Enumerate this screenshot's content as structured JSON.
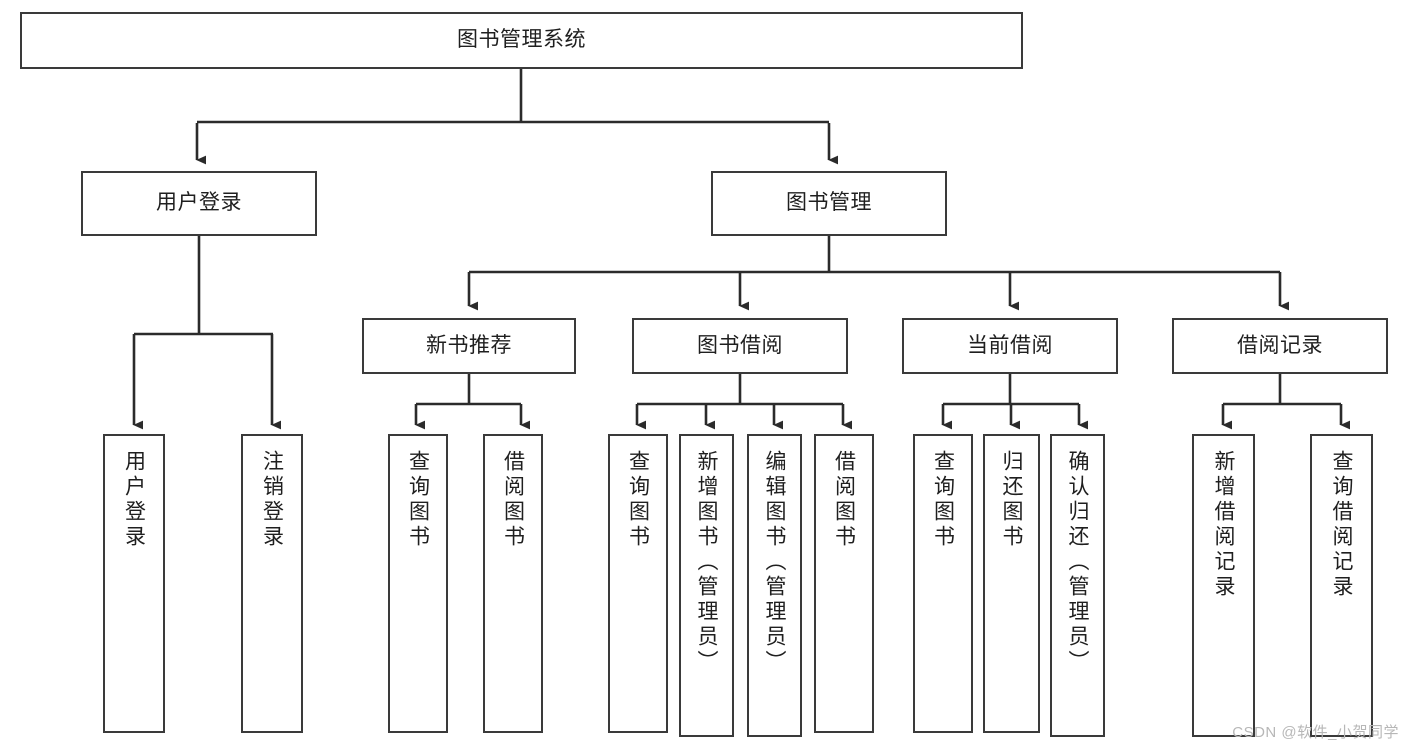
{
  "diagram": {
    "type": "tree",
    "title": "图书管理系统",
    "orientation": "top-down",
    "colors": {
      "box_border": "#3a3a3a",
      "box_fill": "#ffffff",
      "edge": "#2b2b2b",
      "text": "#1f1f1f",
      "watermark": "#b7b7b7"
    },
    "root": {
      "id": "root",
      "label": "图书管理系统"
    },
    "level2": [
      {
        "id": "user-login",
        "label": "用户登录"
      },
      {
        "id": "book-manage",
        "label": "图书管理"
      }
    ],
    "level3": [
      {
        "id": "new-book-recommend",
        "label": "新书推荐",
        "parent": "book-manage"
      },
      {
        "id": "book-borrow",
        "label": "图书借阅",
        "parent": "book-manage"
      },
      {
        "id": "current-borrow",
        "label": "当前借阅",
        "parent": "book-manage"
      },
      {
        "id": "borrow-record",
        "label": "借阅记录",
        "parent": "book-manage"
      }
    ],
    "leaves": {
      "user-login": [
        {
          "id": "leaf-user-login",
          "label": "用户登录"
        },
        {
          "id": "leaf-user-logout",
          "label": "注销登录"
        }
      ],
      "new-book-recommend": [
        {
          "id": "leaf-query-book-1",
          "label": "查询图书"
        },
        {
          "id": "leaf-borrow-book-1",
          "label": "借阅图书"
        }
      ],
      "book-borrow": [
        {
          "id": "leaf-query-book-2",
          "label": "查询图书"
        },
        {
          "id": "leaf-add-book",
          "label": "新增图书（管理员）"
        },
        {
          "id": "leaf-edit-book",
          "label": "编辑图书（管理员）"
        },
        {
          "id": "leaf-borrow-book-2",
          "label": "借阅图书"
        }
      ],
      "current-borrow": [
        {
          "id": "leaf-query-book-3",
          "label": "查询图书"
        },
        {
          "id": "leaf-return-book",
          "label": "归还图书"
        },
        {
          "id": "leaf-confirm-return",
          "label": "确认归还（管理员）"
        }
      ],
      "borrow-record": [
        {
          "id": "leaf-add-record",
          "label": "新增借阅记录"
        },
        {
          "id": "leaf-query-record",
          "label": "查询借阅记录"
        }
      ]
    }
  },
  "watermark": {
    "text": "CSDN @软件_小贺同学"
  }
}
